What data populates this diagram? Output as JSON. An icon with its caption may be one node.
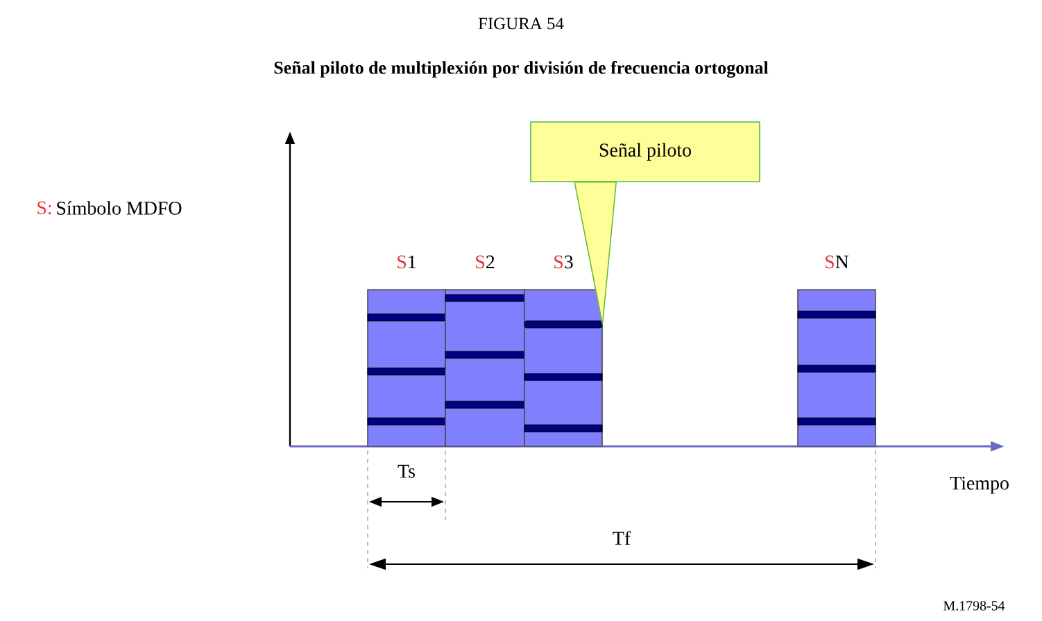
{
  "diagram": {
    "title": "Señal piloto de multiplexión por división de frecuencia ortogonal",
    "nodes": [
      {
        "text": [
          "Señal piloto"
        ]
      },
      {
        "text": [],
        "shape": "box",
        "beside": [
          "S",
          "1"
        ]
      },
      {
        "text": [],
        "shape": "box",
        "beside": [
          "S",
          "2"
        ]
      },
      {
        "text": [],
        "shape": "box",
        "beside": [
          "S",
          "3"
        ]
      },
      {
        "text": [],
        "shape": "box",
        "beside": [
          "S",
          "N"
        ]
      },
      {
        "text": [],
        "shape": "bar",
        "in": 3
      }
    ],
    "edges": [
      {
        "from": 0,
        "to": 5,
        "arrow": "none",
        "color": "#66bb33"
      }
    ],
    "labels": [
      "FIGURA 54",
      "S:",
      "Símbolo MDFO",
      "Ts",
      "Tf",
      "Tiempo",
      "M.1798-54"
    ]
  }
}
